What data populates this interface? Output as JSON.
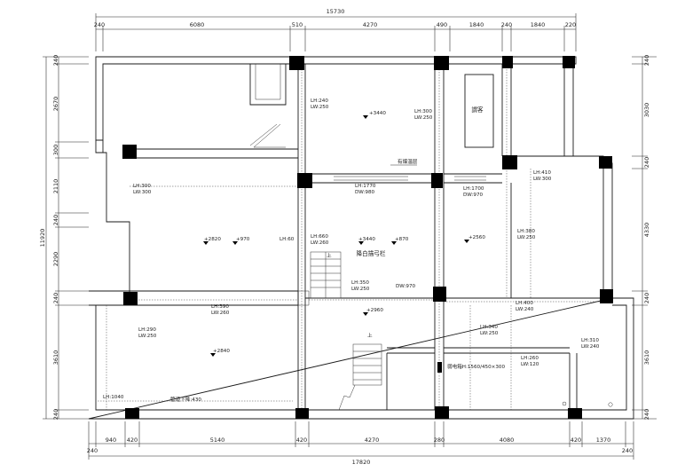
{
  "dimensions": {
    "top": {
      "total": "15730",
      "segments": [
        "240",
        "6080",
        "510",
        "4270",
        "490",
        "1840",
        "240",
        "1840",
        "220"
      ]
    },
    "bottom": {
      "total": "17820",
      "segments": [
        "240",
        "940",
        "420",
        "5140",
        "420",
        "4270",
        "280",
        "4080",
        "420",
        "1370",
        "240"
      ]
    },
    "left": {
      "total": "11920",
      "segments": [
        "240",
        "2670",
        "300",
        "2110",
        "240",
        "2290",
        "240",
        "3610",
        "240"
      ]
    },
    "right": {
      "segments": [
        "240",
        "3030",
        "240",
        "4330",
        "240",
        "3610",
        "240"
      ]
    }
  },
  "rooms": {
    "guest_room": "謂客",
    "living_area": "降白描弓栏",
    "floor_heating": "有爆温层"
  },
  "elevations": {
    "e1": "+3440",
    "e2": "+2820",
    "e3": "+970",
    "e4": "+3440",
    "e5": "+870",
    "e6": "+2960",
    "e7": "+2560",
    "e8": "+2840"
  },
  "beam_notes": [
    {
      "lh": "LH:240",
      "lw": "LW:250"
    },
    {
      "lh": "LH:300",
      "lw": "LW:250"
    },
    {
      "lh": "LH:300",
      "lw": "LW:300"
    },
    {
      "lh": "LH:410",
      "lw": "LW:300"
    },
    {
      "lh": "LH:1770",
      "lw": "DW:980"
    },
    {
      "lh": "LH:1700",
      "lw": "DW:970"
    },
    {
      "lh": "LH:660",
      "lw": "LW:260"
    },
    {
      "lh": "LH:380",
      "lw": "LW:250"
    },
    {
      "lh": "LH:350",
      "lw": "LW:250"
    },
    {
      "lh": "LH:390",
      "lw": "LW:260"
    },
    {
      "lh": "LH:400",
      "lw": "LW:240"
    },
    {
      "lh": "LH:290",
      "lw": "LW:250"
    },
    {
      "lh": "LH:340",
      "lw": "LW:250"
    },
    {
      "lh": "LH:310",
      "lw": "LW:240"
    },
    {
      "lh": "LH:260",
      "lw": "LW:120"
    }
  ],
  "misc_notes": {
    "lh60": "LH:60",
    "dw970": "DW:970",
    "lh1040": "LH:1040",
    "pipe": "管道下降:430",
    "meter": "弱电箱H:1560/450×300",
    "stair_up": "上"
  }
}
